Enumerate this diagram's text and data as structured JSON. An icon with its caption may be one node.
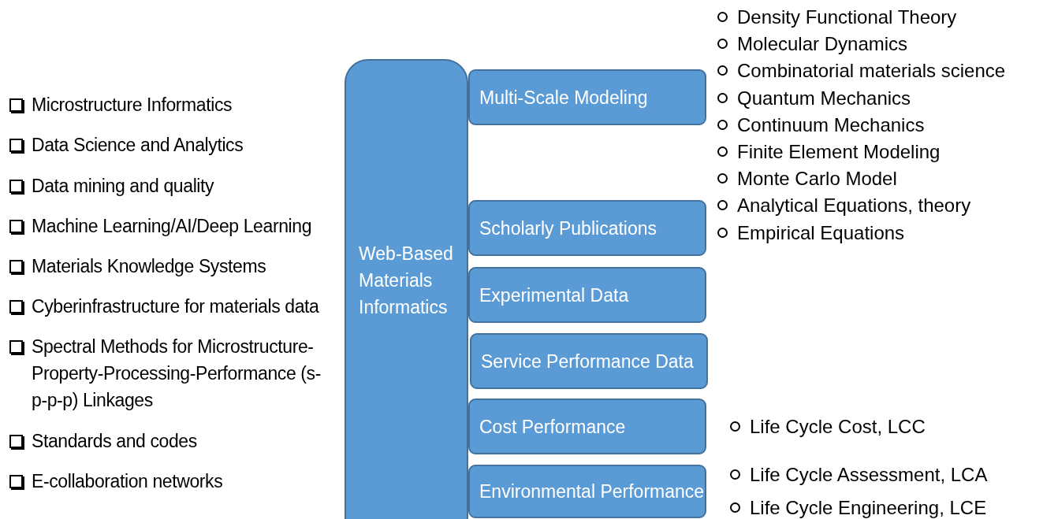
{
  "diagram": {
    "nodes": [
      {
        "text": [
          "Web-Based Materials Informatics"
        ]
      },
      {
        "text": [
          "Multi-Scale Modeling"
        ]
      },
      {
        "text": [
          "Scholarly Publications"
        ]
      },
      {
        "text": [
          "Experimental Data"
        ]
      },
      {
        "text": [
          "Service Performance Data"
        ]
      },
      {
        "text": [
          "Cost Performance"
        ]
      },
      {
        "text": [
          "Environmental Performance"
        ]
      }
    ],
    "labels": [
      "Microstructure Informatics",
      "Data Science and Analytics",
      "Data mining and quality",
      "Machine Learning/AI/Deep Learning",
      "Materials Knowledge Systems",
      "Cyberinfrastructure for materials data",
      "Spectral Methods for Microstructure-Property-Processing-Performance (s-p-p-p) Linkages",
      "Standards and codes",
      "E-collaboration networks",
      "Density Functional Theory",
      "Molecular Dynamics",
      "Combinatorial materials science",
      "Quantum Mechanics",
      "Continuum Mechanics",
      "Finite Element Modeling",
      "Monte Carlo Model",
      "Analytical Equations, theory",
      "Empirical Equations",
      "Life Cycle Cost, LCC",
      "Life Cycle Assessment, LCA",
      "Life Cycle Engineering, LCE"
    ]
  }
}
